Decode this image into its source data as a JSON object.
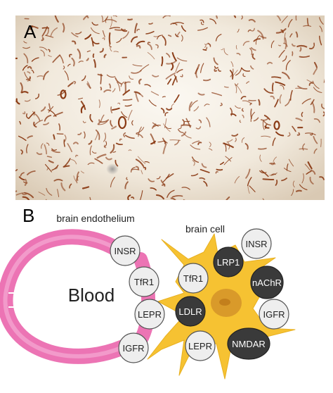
{
  "figure": {
    "panel_a": {
      "letter": "A"
    },
    "panel_b": {
      "letter": "B",
      "endothelium_label": "brain endothelium",
      "cell_label": "brain cell",
      "blood_label": "Blood",
      "endothelium_receptors": [
        "INSR",
        "TfR1",
        "LEPR",
        "IGFR"
      ],
      "cell_receptors_light": [
        "INSR",
        "TfR1",
        "IGFR",
        "LEPR"
      ],
      "cell_receptors_dark": [
        "LRP1",
        "nAChR",
        "LDLR",
        "NMDAR"
      ]
    }
  },
  "colors": {
    "vessel_stain": "#8a3a14",
    "photo_background": "#f1e9dc",
    "endothelium_pink": "#ec74b4",
    "endothelium_inner": "#f6b4d8",
    "cell_yellow": "#f6c232",
    "nucleus": "#d99a2a",
    "receptor_light": "#eeeeee",
    "receptor_dark": "#3a3a3a"
  }
}
